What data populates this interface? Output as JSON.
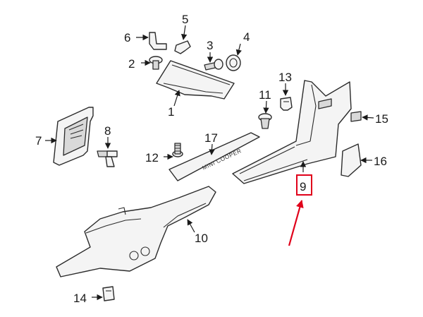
{
  "callouts": {
    "c1": "1",
    "c2": "2",
    "c3": "3",
    "c4": "4",
    "c5": "5",
    "c6": "6",
    "c7": "7",
    "c8": "8",
    "c9": "9",
    "c10": "10",
    "c11": "11",
    "c12": "12",
    "c13": "13",
    "c14": "14",
    "c15": "15",
    "c16": "16",
    "c17": "17"
  },
  "scuff_plate_text": "MINI COOPER",
  "colors": {
    "highlight_box": "#e0001a",
    "pointer_arrow": "#e0001a",
    "line": "#2b2b2b"
  }
}
